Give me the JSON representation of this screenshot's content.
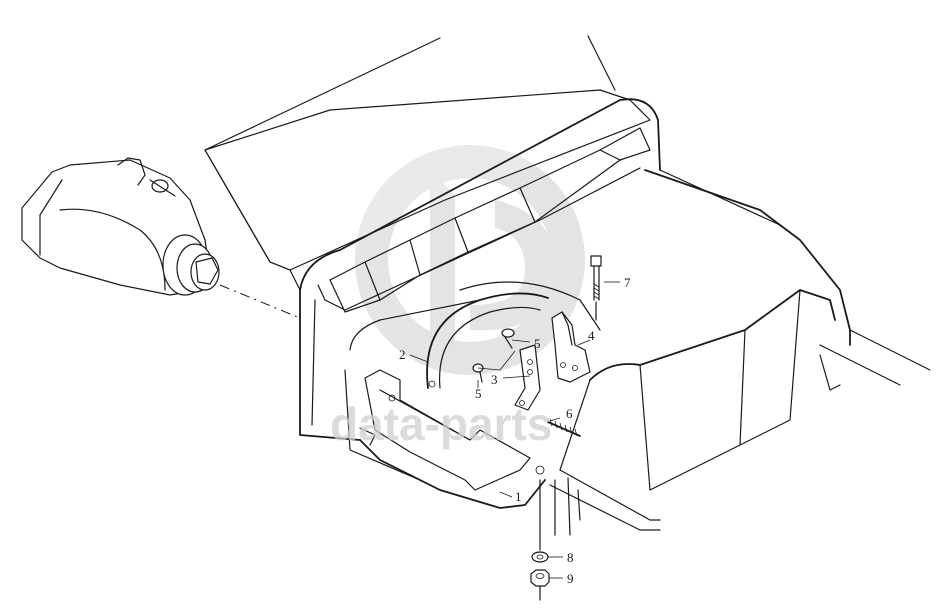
{
  "watermark": {
    "text": "data-parts",
    "color": "#cfcfcf"
  },
  "callouts": [
    {
      "id": "1",
      "label": "1"
    },
    {
      "id": "2",
      "label": "2"
    },
    {
      "id": "3",
      "label": "3"
    },
    {
      "id": "4",
      "label": "4"
    },
    {
      "id": "5a",
      "label": "5"
    },
    {
      "id": "5b",
      "label": "5"
    },
    {
      "id": "6",
      "label": "6"
    },
    {
      "id": "7",
      "label": "7"
    },
    {
      "id": "8",
      "label": "8"
    },
    {
      "id": "9",
      "label": "9"
    }
  ]
}
